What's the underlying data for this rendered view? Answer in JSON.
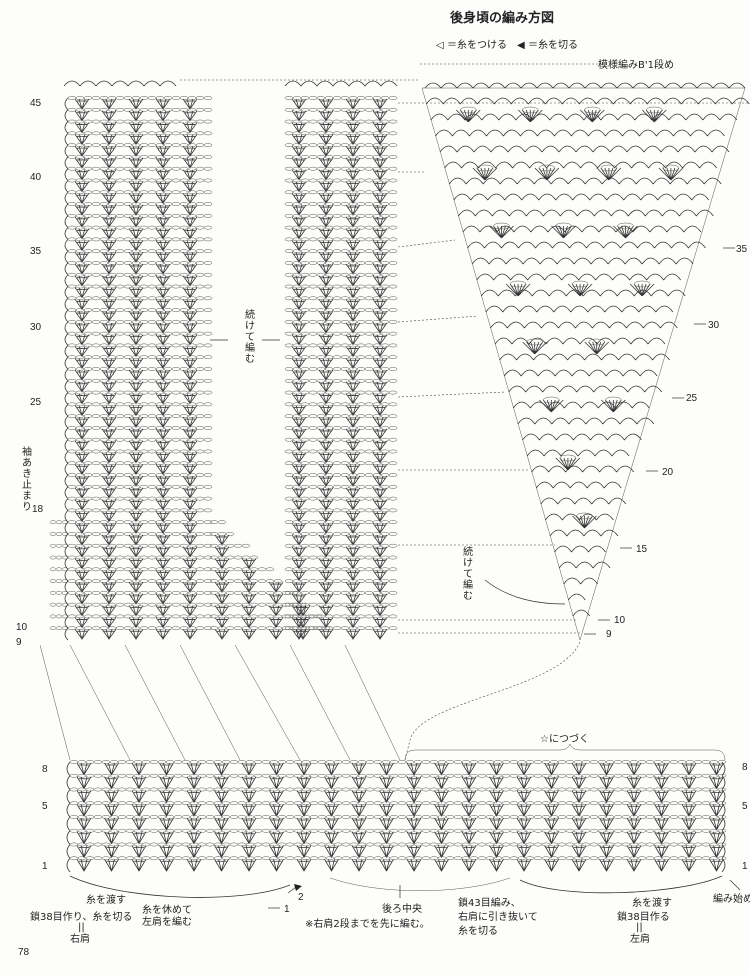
{
  "title": "後身頃の編み方図",
  "legend": {
    "attach_symbol": "◁",
    "attach_text": "＝糸をつける",
    "cut_symbol": "◀",
    "cut_text": "＝糸を切る"
  },
  "pattern_note": "模様編みB'1段め",
  "continue_note_1": [
    "続",
    "け",
    "て",
    "編",
    "む"
  ],
  "continue_note_2": [
    "続",
    "け",
    "て",
    "編",
    "む"
  ],
  "sleeve_note": [
    "袖",
    "あ",
    "き",
    "止",
    "ま",
    "り"
  ],
  "continue_star": "☆につづく",
  "left_row_numbers": [
    "45",
    "40",
    "35",
    "30",
    "25",
    "18",
    "10",
    "9"
  ],
  "triangle_row_numbers": [
    "35",
    "30",
    "25",
    "20",
    "15",
    "10",
    "9"
  ],
  "bottom_left_rows": [
    "8",
    "5",
    "1"
  ],
  "bottom_right_rows": [
    "8",
    "5",
    "1"
  ],
  "bottom_labels": {
    "pass_yarn_left": "糸を渡す",
    "rest_yarn": "糸を休めて",
    "knit_left_shoulder": "左肩を編む",
    "chain38_right": "鎖38目作り、糸を切る",
    "eq1": "||",
    "right_shoulder": "右肩",
    "arrow_1": "1",
    "arrow_2": "2",
    "note_right_first": "※右肩2段までを先に編む。",
    "back_center": "後ろ中央",
    "chain43_a": "鎖43目編み、",
    "chain43_b": "右肩に引き抜いて",
    "chain43_c": "糸を切る",
    "pass_yarn_right": "糸を渡す",
    "chain38_left": "鎖38目作る",
    "eq2": "||",
    "left_shoulder": "左肩",
    "start": "編み始め"
  },
  "page_number": "78"
}
